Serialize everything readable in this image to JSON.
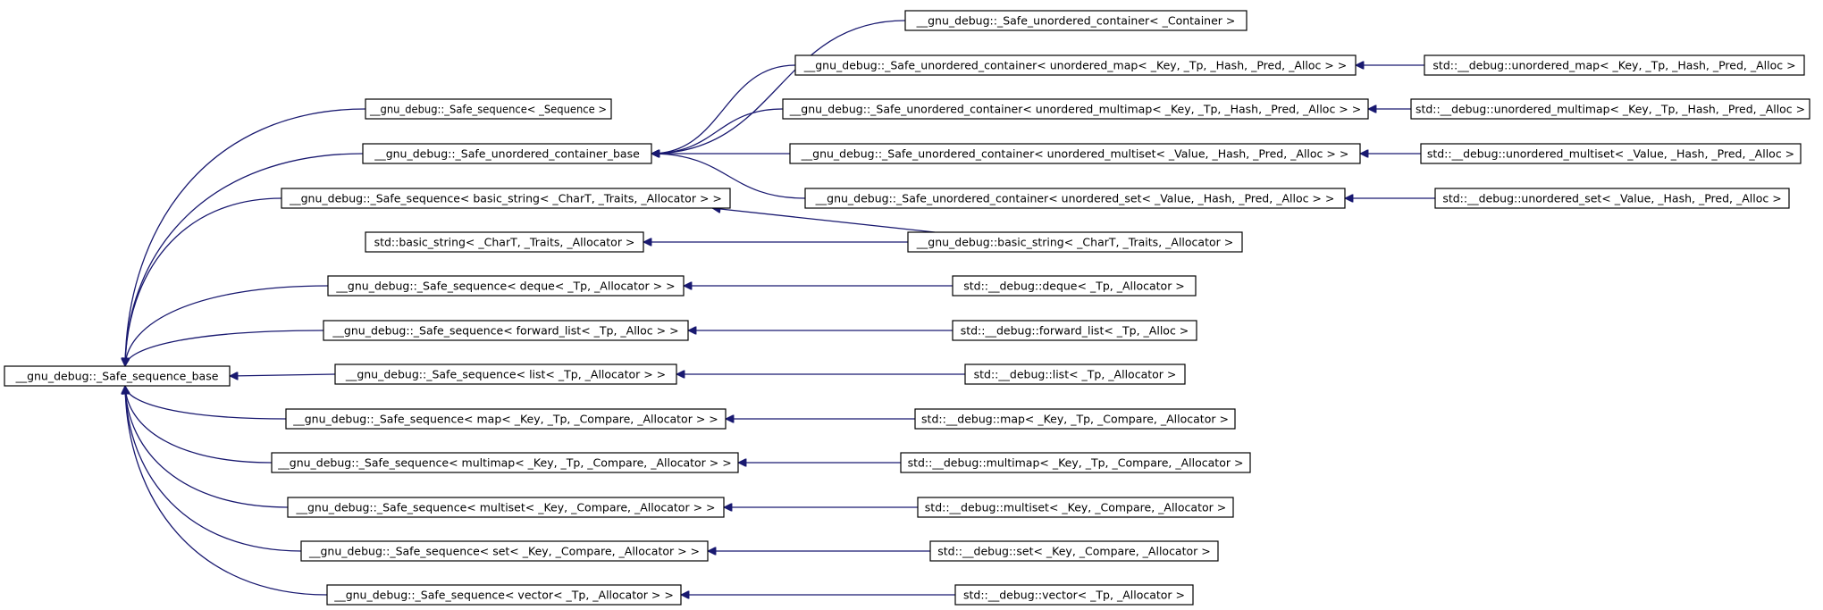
{
  "diagram": {
    "colors": {
      "edge": "#191970",
      "node_border": "#000000",
      "node_fill": "#ffffff"
    },
    "nodes": [
      {
        "id": "base",
        "label": "__gnu_debug::_Safe_sequence_base"
      },
      {
        "id": "seq_sequence",
        "label": "__gnu_debug::_Safe_sequence< _Sequence >"
      },
      {
        "id": "uc_base",
        "label": "__gnu_debug::_Safe_unordered_container_base"
      },
      {
        "id": "seq_basic_string",
        "label": "__gnu_debug::_Safe_sequence< basic_string< _CharT, _Traits, _Allocator > >"
      },
      {
        "id": "std_basic_string",
        "label": "std::basic_string< _CharT, _Traits, _Allocator >"
      },
      {
        "id": "seq_deque",
        "label": "__gnu_debug::_Safe_sequence< deque< _Tp, _Allocator > >"
      },
      {
        "id": "seq_forward_list",
        "label": "__gnu_debug::_Safe_sequence< forward_list< _Tp, _Alloc > >"
      },
      {
        "id": "seq_list",
        "label": "__gnu_debug::_Safe_sequence< list< _Tp, _Allocator > >"
      },
      {
        "id": "seq_map",
        "label": "__gnu_debug::_Safe_sequence< map< _Key, _Tp, _Compare, _Allocator > >"
      },
      {
        "id": "seq_multimap",
        "label": "__gnu_debug::_Safe_sequence< multimap< _Key, _Tp, _Compare, _Allocator > >"
      },
      {
        "id": "seq_multiset",
        "label": "__gnu_debug::_Safe_sequence< multiset< _Key, _Compare, _Allocator > >"
      },
      {
        "id": "seq_set",
        "label": "__gnu_debug::_Safe_sequence< set< _Key, _Compare, _Allocator > >"
      },
      {
        "id": "seq_vector",
        "label": "__gnu_debug::_Safe_sequence< vector< _Tp, _Allocator > >"
      },
      {
        "id": "uc_container",
        "label": "__gnu_debug::_Safe_unordered_container< _Container >"
      },
      {
        "id": "uc_map",
        "label": "__gnu_debug::_Safe_unordered_container< unordered_map< _Key, _Tp, _Hash, _Pred, _Alloc > >"
      },
      {
        "id": "uc_multimap",
        "label": "__gnu_debug::_Safe_unordered_container< unordered_multimap< _Key, _Tp, _Hash, _Pred, _Alloc > >"
      },
      {
        "id": "uc_multiset",
        "label": "__gnu_debug::_Safe_unordered_container< unordered_multiset< _Value, _Hash, _Pred, _Alloc > >"
      },
      {
        "id": "uc_set",
        "label": "__gnu_debug::_Safe_unordered_container< unordered_set< _Value, _Hash, _Pred, _Alloc > >"
      },
      {
        "id": "dbg_basic_string",
        "label": "__gnu_debug::basic_string< _CharT, _Traits, _Allocator >"
      },
      {
        "id": "dbg_deque",
        "label": "std::__debug::deque< _Tp, _Allocator >"
      },
      {
        "id": "dbg_forward_list",
        "label": "std::__debug::forward_list< _Tp, _Alloc >"
      },
      {
        "id": "dbg_list",
        "label": "std::__debug::list< _Tp, _Allocator >"
      },
      {
        "id": "dbg_map",
        "label": "std::__debug::map< _Key, _Tp, _Compare, _Allocator >"
      },
      {
        "id": "dbg_multimap",
        "label": "std::__debug::multimap< _Key, _Tp, _Compare, _Allocator >"
      },
      {
        "id": "dbg_multiset",
        "label": "std::__debug::multiset< _Key, _Compare, _Allocator >"
      },
      {
        "id": "dbg_set",
        "label": "std::__debug::set< _Key, _Compare, _Allocator >"
      },
      {
        "id": "dbg_vector",
        "label": "std::__debug::vector< _Tp, _Allocator >"
      },
      {
        "id": "dbg_unordered_map",
        "label": "std::__debug::unordered_map< _Key, _Tp, _Hash, _Pred, _Alloc >"
      },
      {
        "id": "dbg_unordered_multimap",
        "label": "std::__debug::unordered_multimap< _Key, _Tp, _Hash, _Pred, _Alloc >"
      },
      {
        "id": "dbg_unordered_multiset",
        "label": "std::__debug::unordered_multiset< _Value, _Hash, _Pred, _Alloc >"
      },
      {
        "id": "dbg_unordered_set",
        "label": "std::__debug::unordered_set< _Value, _Hash, _Pred, _Alloc >"
      }
    ],
    "edges": [
      {
        "from": "seq_sequence",
        "to": "base"
      },
      {
        "from": "uc_base",
        "to": "base"
      },
      {
        "from": "seq_basic_string",
        "to": "base"
      },
      {
        "from": "seq_deque",
        "to": "base"
      },
      {
        "from": "seq_forward_list",
        "to": "base"
      },
      {
        "from": "seq_list",
        "to": "base"
      },
      {
        "from": "seq_map",
        "to": "base"
      },
      {
        "from": "seq_multimap",
        "to": "base"
      },
      {
        "from": "seq_multiset",
        "to": "base"
      },
      {
        "from": "seq_set",
        "to": "base"
      },
      {
        "from": "seq_vector",
        "to": "base"
      },
      {
        "from": "uc_container",
        "to": "uc_base"
      },
      {
        "from": "uc_map",
        "to": "uc_base"
      },
      {
        "from": "uc_multimap",
        "to": "uc_base"
      },
      {
        "from": "uc_multiset",
        "to": "uc_base"
      },
      {
        "from": "uc_set",
        "to": "uc_base"
      },
      {
        "from": "dbg_basic_string",
        "to": "seq_basic_string"
      },
      {
        "from": "dbg_basic_string",
        "to": "std_basic_string"
      },
      {
        "from": "dbg_deque",
        "to": "seq_deque"
      },
      {
        "from": "dbg_forward_list",
        "to": "seq_forward_list"
      },
      {
        "from": "dbg_list",
        "to": "seq_list"
      },
      {
        "from": "dbg_map",
        "to": "seq_map"
      },
      {
        "from": "dbg_multimap",
        "to": "seq_multimap"
      },
      {
        "from": "dbg_multiset",
        "to": "seq_multiset"
      },
      {
        "from": "dbg_set",
        "to": "seq_set"
      },
      {
        "from": "dbg_vector",
        "to": "seq_vector"
      },
      {
        "from": "dbg_unordered_map",
        "to": "uc_map"
      },
      {
        "from": "dbg_unordered_multimap",
        "to": "uc_multimap"
      },
      {
        "from": "dbg_unordered_multiset",
        "to": "uc_multiset"
      },
      {
        "from": "dbg_unordered_set",
        "to": "uc_set"
      }
    ]
  }
}
